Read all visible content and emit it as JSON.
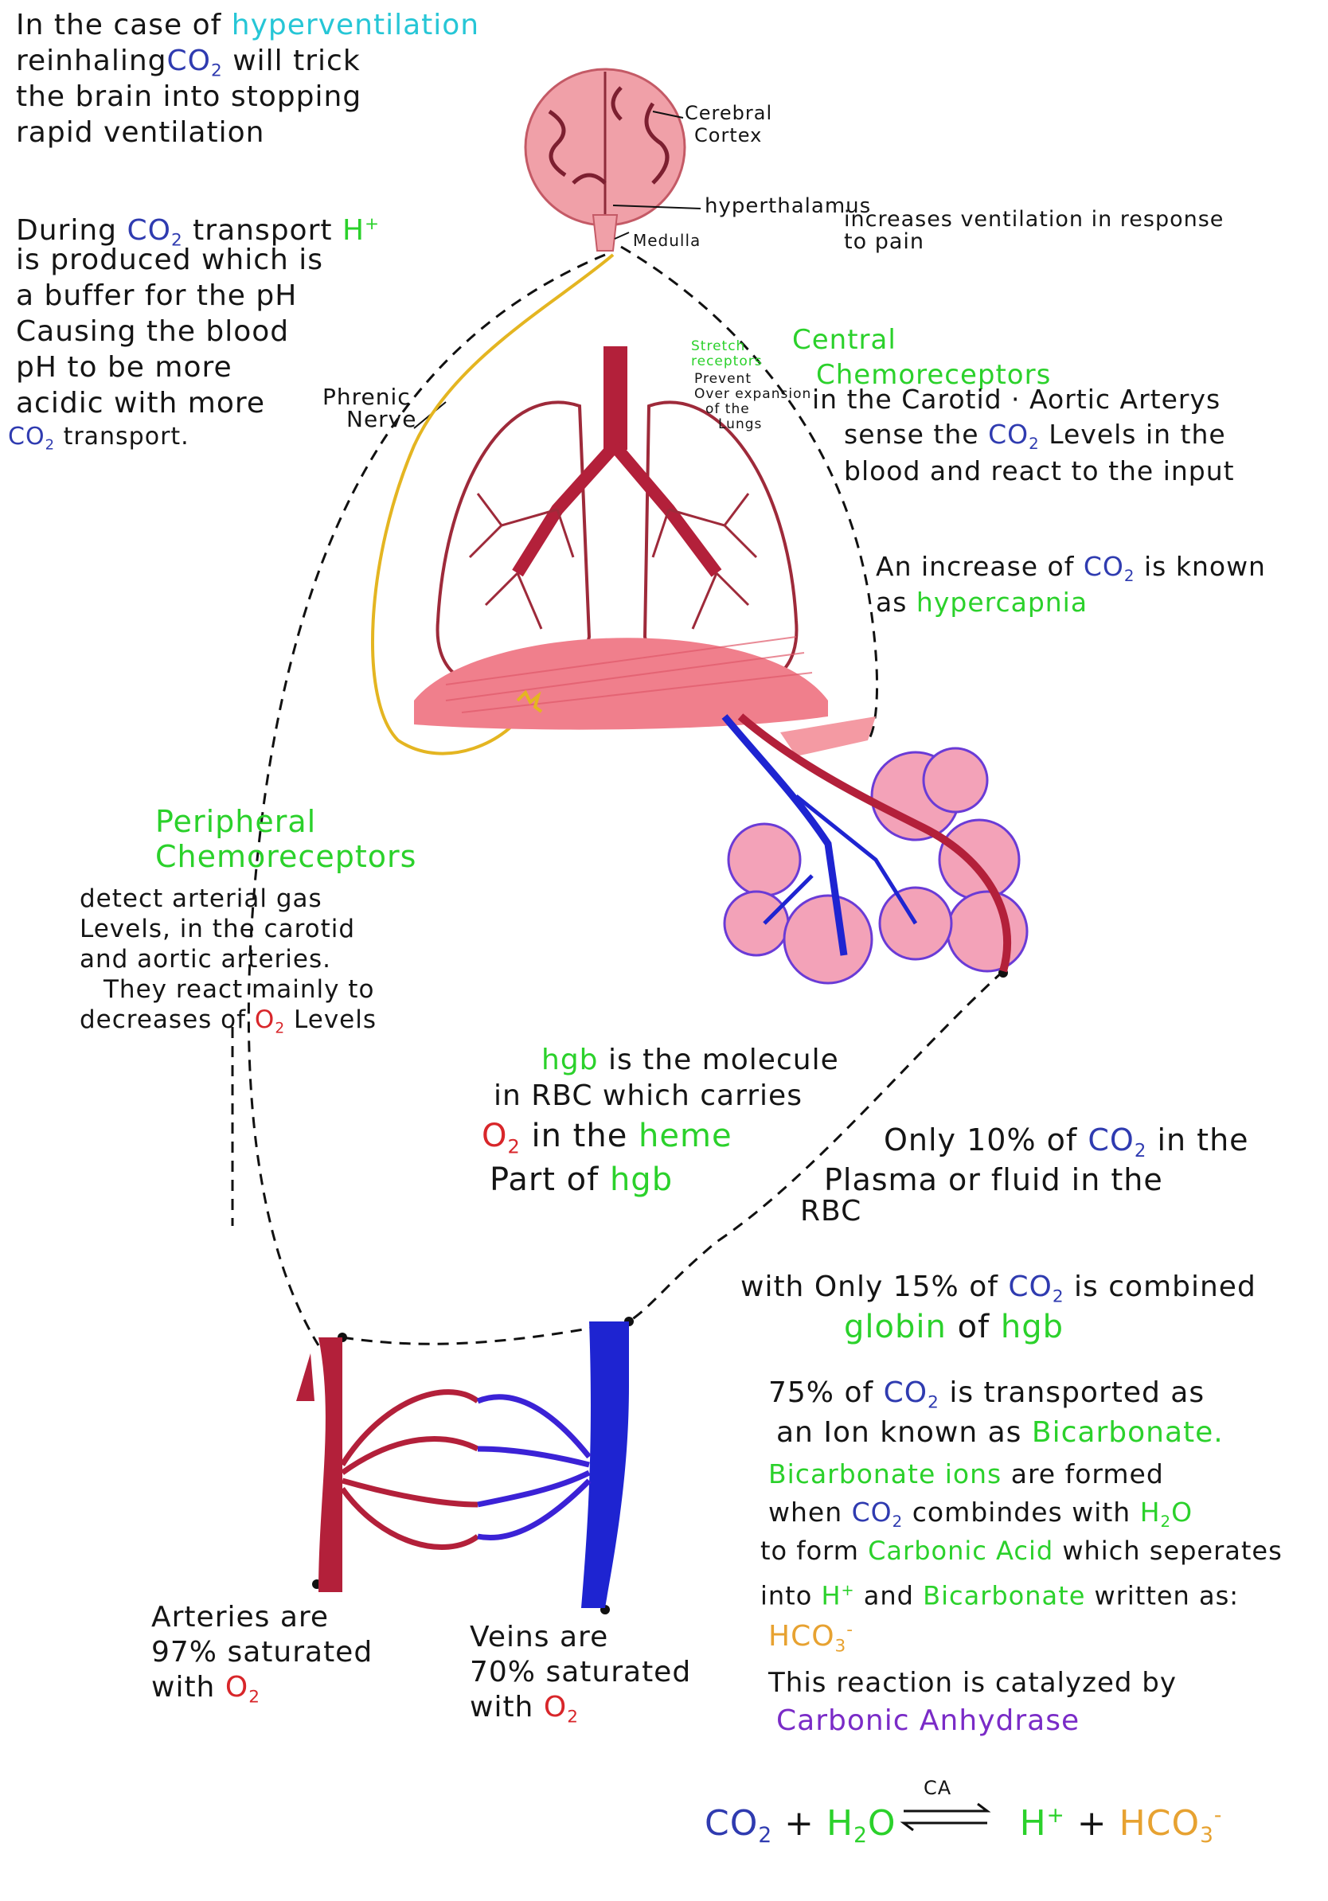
{
  "colors": {
    "artery": "#b3203a",
    "vein": "#1e24d1",
    "nerve": "#e4b521",
    "lung_pink": "#f28b96",
    "brain_pink": "#f0a0a8",
    "green": "#2bd12b",
    "blue_text": "#2f3bb0",
    "red_text": "#d8262a",
    "orange": "#e7a231",
    "purple": "#7a2bc7",
    "cyan": "#26c6d6"
  },
  "hyperventilation": {
    "l1a": "In the case of",
    "l1b": "hyperventilation",
    "l2a": "reinhaling",
    "l2b": "CO",
    "l2c": "2",
    "l2d": "will trick",
    "l3": "the brain into stopping",
    "l4": "rapid ventilation"
  },
  "transport": {
    "l1a": "During",
    "l1b": "CO",
    "l1c": "2",
    "l1d": "transport",
    "l1e": "H",
    "l1f": "+",
    "l2": "is produced which is",
    "l3": "a buffer for the pH",
    "l4": "Causing the blood",
    "l5": "pH to be more",
    "l6": "acidic with more",
    "l7a": "CO",
    "l7b": "2",
    "l7c": "transport."
  },
  "brain": {
    "cortex_l1": "Cerebral",
    "cortex_l2": "Cortex",
    "hypothalamus": "hyperthalamus",
    "medulla": "Medulla",
    "pain_l1": "increases ventilation in response",
    "pain_l2": "to pain"
  },
  "lungs": {
    "phrenic_l1": "Phrenic",
    "phrenic_l2": "Nerve",
    "stretch_l1": "Stretch",
    "stretch_l2": "receptors",
    "prevent_l1": "Prevent",
    "prevent_l2": "Over expansion",
    "prevent_l3": "of the",
    "prevent_l4": "Lungs"
  },
  "central": {
    "t1": "Central",
    "t2": "Chemoreceptors",
    "l1": "in the Carotid · Aortic Arterys",
    "l2a": "sense the",
    "l2b": "CO",
    "l2c": "2",
    "l2d": "Levels in the",
    "l3": "blood and react to the input"
  },
  "hypercapnia": {
    "l1a": "An increase of",
    "l1b": "CO",
    "l1c": "2",
    "l1d": "is known",
    "l2a": "as",
    "l2b": "hypercapnia"
  },
  "peripheral": {
    "t1": "Peripheral",
    "t2": "Chemoreceptors",
    "l1": "detect arterial gas",
    "l2": "Levels, in the carotid",
    "l3": "and aortic arteries.",
    "l4": "They react mainly to",
    "l5a": "decreases of",
    "l5b": "O",
    "l5c": "2",
    "l5d": "Levels"
  },
  "hgb": {
    "l1a": "hgb",
    "l1b": "is the molecule",
    "l2": "in RBC which carries",
    "l3a": "O",
    "l3b": "2",
    "l3c": "in the",
    "l3d": "heme",
    "l4a": "Part of",
    "l4b": "hgb"
  },
  "ten": {
    "l1a": "Only 10% of",
    "l1b": "CO",
    "l1c": "2",
    "l1d": "in the",
    "l2": "Plasma or fluid in the",
    "l3": "RBC"
  },
  "fifteen": {
    "a": "with",
    "b": "Only 15% of",
    "c": "CO",
    "d": "2",
    "e": "is combined",
    "f": "globin",
    "g": "of",
    "h": "hgb"
  },
  "bicarb": {
    "l1a": "75% of",
    "l1b": "CO",
    "l1c": "2",
    "l1d": "is transported as",
    "l2a": "an Ion known as",
    "l2b": "Bicarbonate.",
    "l3a": "Bicarbonate ions",
    "l3b": "are formed",
    "l4a": "when",
    "l4b": "CO",
    "l4c": "2",
    "l4d": "combindes with",
    "l4e": "H",
    "l4f": "2",
    "l4g": "O",
    "l5a": "to form",
    "l5b": "Carbonic Acid",
    "l5c": "which seperates",
    "l6a": "into",
    "l6b": "H",
    "l6c": "+",
    "l6d": "and",
    "l6e": "Bicarbonate",
    "l6f": "written as:",
    "l7a": "HCO",
    "l7b": "3",
    "l7c": "-",
    "l8": "This reaction is catalyzed by",
    "l9": "Carbonic Anhydrase"
  },
  "vessels": {
    "art_l1": "Arteries are",
    "art_l2": "97% saturated",
    "art_l3a": "with",
    "art_l3b": "O",
    "art_l3c": "2",
    "vein_l1": "Veins are",
    "vein_l2": "70% saturated",
    "vein_l3a": "with",
    "vein_l3b": "O",
    "vein_l3c": "2"
  },
  "equation": {
    "co2": "CO",
    "co2_sub": "2",
    "plus1": "+",
    "h2o_a": "H",
    "h2o_sub": "2",
    "h2o_b": "O",
    "ca": "CA",
    "h": "H",
    "h_sup": "+",
    "plus2": "+",
    "hco3": "HCO",
    "hco3_sub": "3",
    "hco3_sup": "-"
  }
}
